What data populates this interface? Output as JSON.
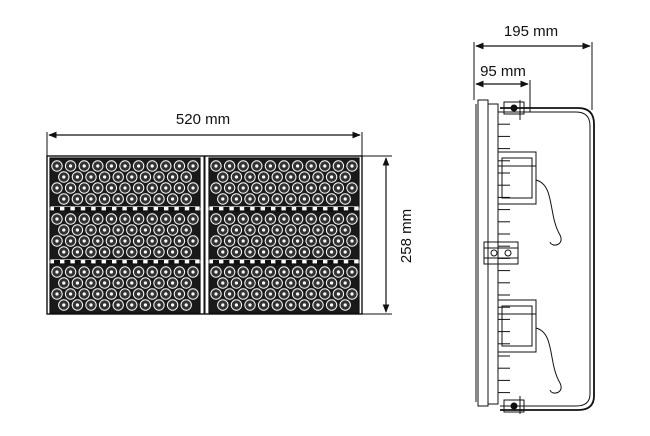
{
  "dimensions": {
    "front_width": "520 mm",
    "front_height": "258 mm",
    "side_depth": "195 mm",
    "side_bracket": "95 mm"
  },
  "front_view": {
    "module_columns": 2,
    "module_rows": 3,
    "lens_grid": {
      "cols": 11,
      "rows": 4
    }
  },
  "colors": {
    "line": "#111111",
    "module_fill": "#1a1a1a",
    "lens_ring": "#ffffff",
    "background": "#ffffff"
  }
}
